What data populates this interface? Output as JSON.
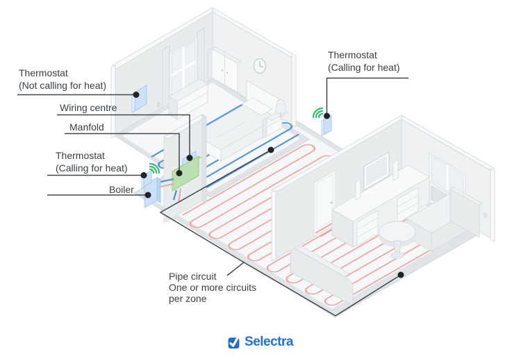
{
  "diagram": {
    "labels": {
      "thermostat_off": {
        "line1": "Thermostat",
        "line2": "(Not calling for heat)"
      },
      "wiring_centre": "Wiring centre",
      "manifold": "Manfold",
      "thermostat_on_left": {
        "line1": "Thermostat",
        "line2": "(Calling for heat)"
      },
      "boiler": "Boiler",
      "thermostat_on_right": {
        "line1": "Thermostat",
        "line2": "(Calling for heat)"
      },
      "pipe_circuit": {
        "line1": "Pipe circuit",
        "line2": "One or more circuits",
        "line3": "per zone"
      }
    },
    "colors": {
      "cold_pipe": "#4f94dc",
      "hot_pipe": "#f2a39f",
      "manifold_green": "#b9e0ae",
      "device_blue": "#cbe1f8",
      "wifi_green": "#2fc06e",
      "leader_line": "#43474a",
      "selectra_blue": "#2171da"
    }
  },
  "logo": {
    "text": "Selectra"
  }
}
